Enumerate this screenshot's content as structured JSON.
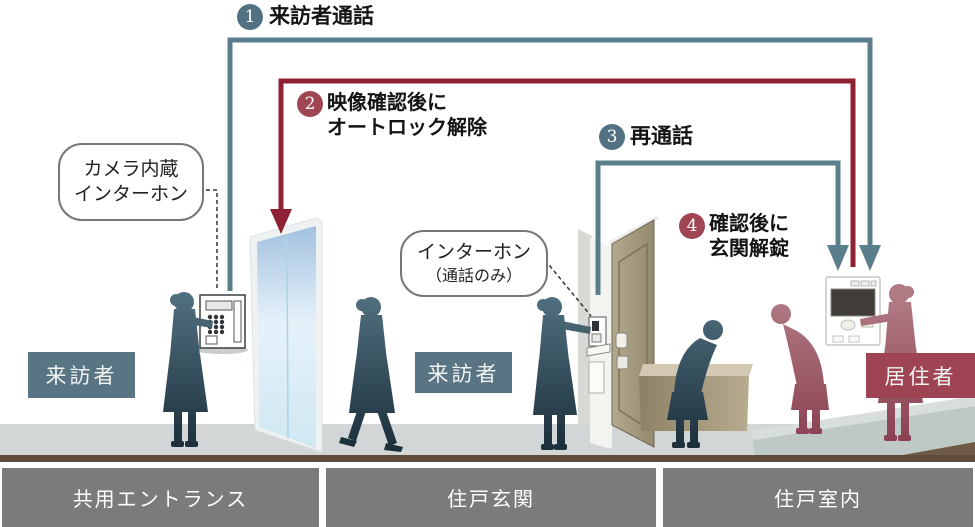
{
  "colors": {
    "flow_blue": "#5b7e8d",
    "flow_red": "#8e2134",
    "circle_blue": "#527183",
    "circle_red": "#a04653",
    "badge_blue": "#597583",
    "badge_red": "#9e4452",
    "zone_bar_gray": "#7b7b7b",
    "floor_gray": "#d2d6d7",
    "floor_edge_brown": "#5e4b3b"
  },
  "steps": [
    {
      "num": "1",
      "label": "来訪者通話"
    },
    {
      "num": "2",
      "label_line1": "映像確認後に",
      "label_line2": "オートロック解除"
    },
    {
      "num": "3",
      "label": "再通話"
    },
    {
      "num": "4",
      "label_line1": "確認後に",
      "label_line2": "玄関解錠"
    }
  ],
  "callouts": {
    "camera_intercom": {
      "line1": "カメラ内蔵",
      "line2": "インターホン"
    },
    "door_intercom": {
      "line1": "インターホン",
      "line2": "（通話のみ）"
    }
  },
  "badges": {
    "entrance_visitor": "来訪者",
    "door_visitor": "来訪者",
    "resident": "居住者"
  },
  "zones": [
    {
      "label": "共用エントランス"
    },
    {
      "label": "住戸玄関"
    },
    {
      "label": "住戸室内"
    }
  ]
}
